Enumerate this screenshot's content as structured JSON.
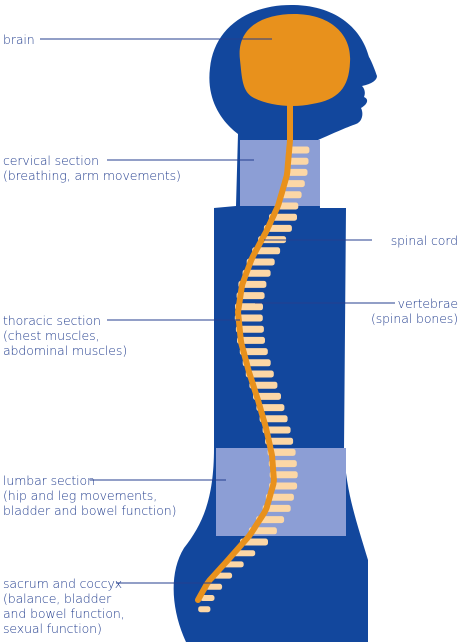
{
  "colors": {
    "body": "#12479d",
    "band": "#8c9ed5",
    "brain": "#e8911c",
    "cord": "#e8911c",
    "vertebra": "#fcd7a6",
    "line": "#243f8f",
    "text": "#243f8f"
  },
  "labels": {
    "brain": {
      "lines": [
        "brain"
      ]
    },
    "cervical": {
      "lines": [
        "cervical section",
        "(breathing, arm movements)"
      ]
    },
    "thoracic": {
      "lines": [
        "thoracic section",
        "(chest muscles,",
        "abdominal muscles)"
      ]
    },
    "lumbar": {
      "lines": [
        "lumbar section",
        "(hip and leg movements,",
        "bladder and bowel function)"
      ]
    },
    "sacrum": {
      "lines": [
        "sacrum and coccyx",
        "(balance, bladder",
        "and bowel function,",
        "sexual function)"
      ]
    },
    "spinal_cord": {
      "lines": [
        "spinal cord"
      ]
    },
    "vertebrae": {
      "lines": [
        "vertebrae",
        "(spinal bones)"
      ]
    }
  }
}
